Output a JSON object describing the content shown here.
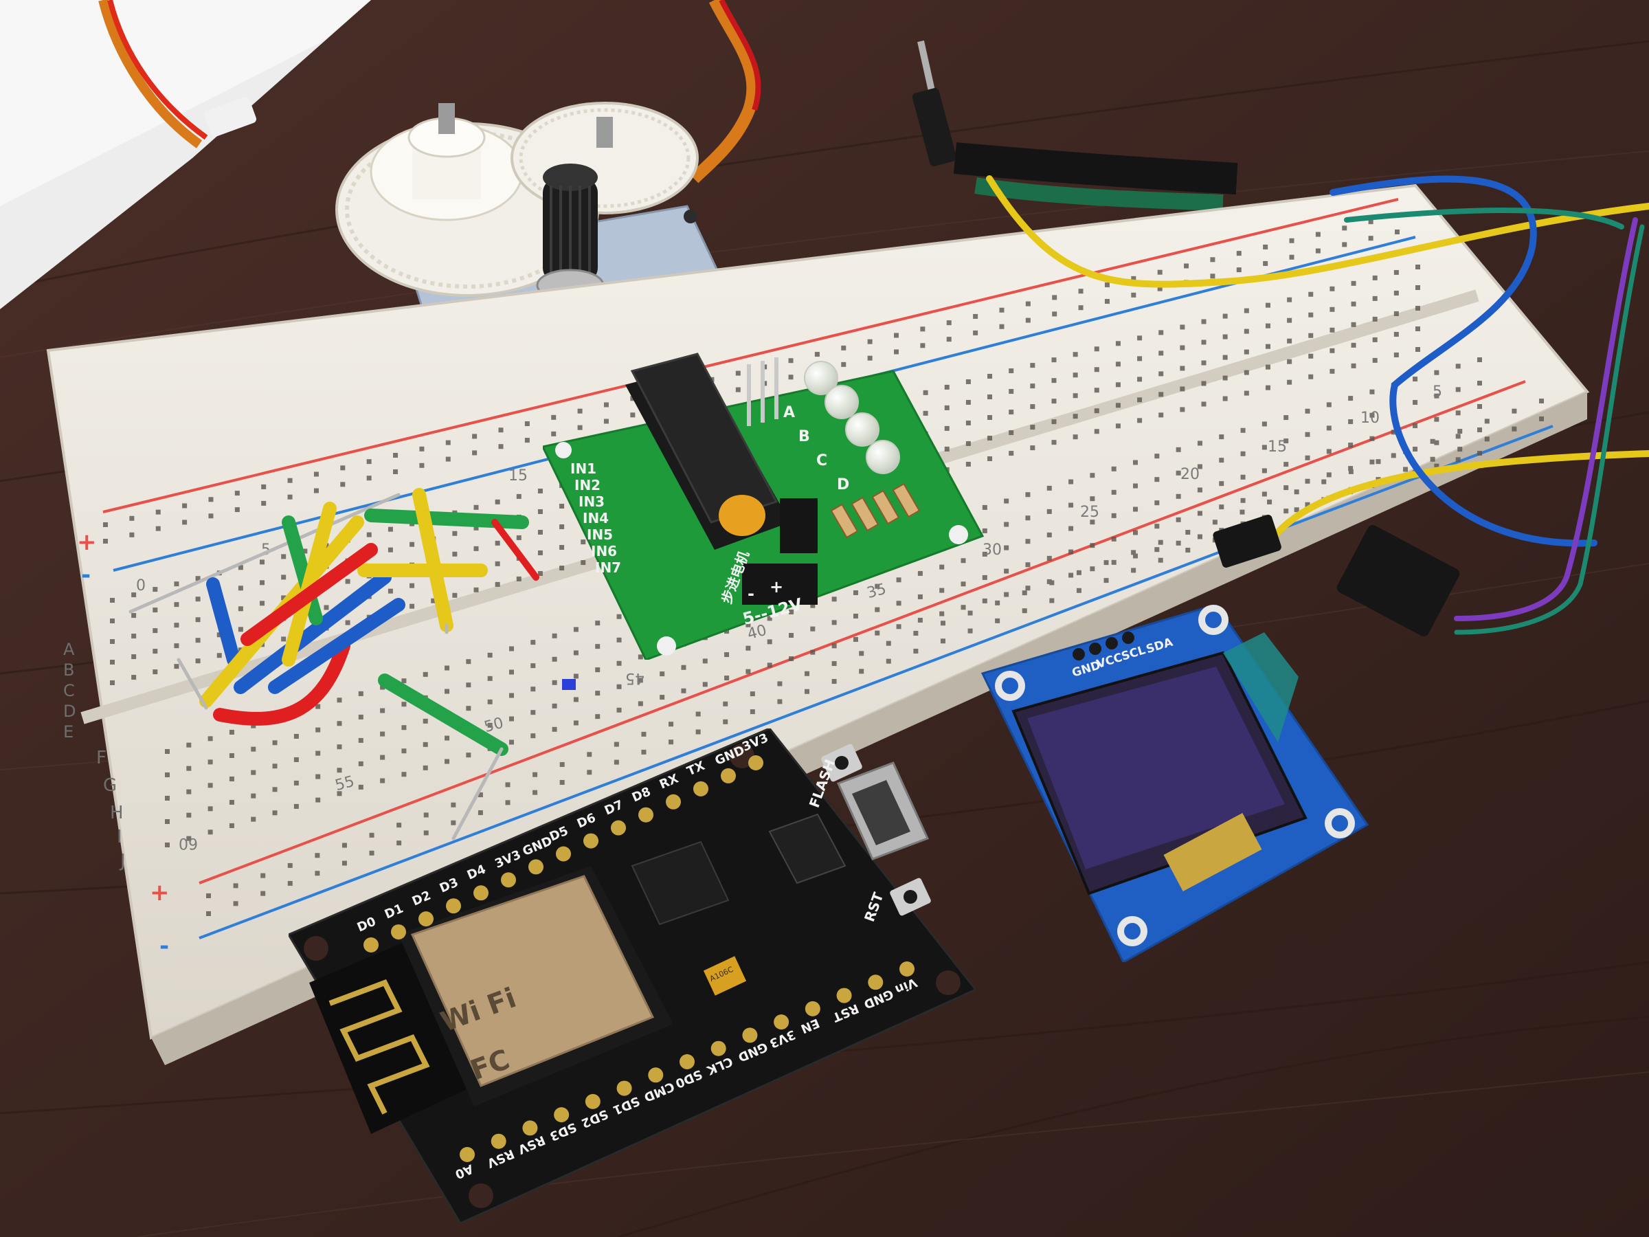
{
  "colors": {
    "wood": "#3b2520",
    "breadboard": "#ebe6dd",
    "rail_red": "#e8504a",
    "rail_blue": "#2f7fd8",
    "driver_pcb": "#1f9a3a",
    "nodemcu_pcb": "#141414",
    "oled_pcb": "#1f5fc4",
    "oled_screen": "#3a2f6a",
    "wire_yellow": "#e6c81a",
    "wire_blue": "#1e5cc8",
    "wire_green": "#24a24a",
    "wire_red": "#e02020"
  },
  "breadboard": {
    "rail_plus": "+",
    "rail_minus": "-",
    "column_numbers": [
      "0",
      "5",
      "15",
      "30",
      "35",
      "40",
      "45",
      "50",
      "55",
      "60",
      "20",
      "25",
      "15",
      "10",
      "5"
    ],
    "rows_top": "A B C D E",
    "rows_bottom": [
      "F",
      "G",
      "H",
      "I",
      "J"
    ]
  },
  "driver_board": {
    "inputs": [
      "IN1",
      "IN2",
      "IN3",
      "IN4",
      "IN5",
      "IN6",
      "IN7"
    ],
    "leds": [
      "A",
      "B",
      "C",
      "D"
    ],
    "power_minus": "-",
    "power_plus": "+",
    "voltage": "5--12V",
    "chinese_label": "步进电机"
  },
  "nodemcu": {
    "top_pins": [
      "D0",
      "D1",
      "D2",
      "D3",
      "D4",
      "3V3",
      "GND",
      "D5",
      "D6",
      "D7",
      "D8",
      "RX",
      "TX",
      "GND",
      "3V3"
    ],
    "bottom_pins": [
      "A0",
      "RSV",
      "RSV",
      "SD3",
      "SD2",
      "SD1",
      "CMD",
      "SD0",
      "CLK",
      "GND",
      "3V3",
      "EN",
      "RST",
      "GND",
      "Vin"
    ],
    "flash_label": "FLASH",
    "rst_label": "RST",
    "wifi_text": "Wi Fi",
    "fc_text": "FC",
    "cap_code": "A106C"
  },
  "oled": {
    "pins": [
      "GND",
      "VCC",
      "SCL",
      "SDA"
    ]
  },
  "icons": [
    "stepper-motor-icon",
    "gear-icon",
    "usb-port-icon",
    "antenna-icon"
  ]
}
